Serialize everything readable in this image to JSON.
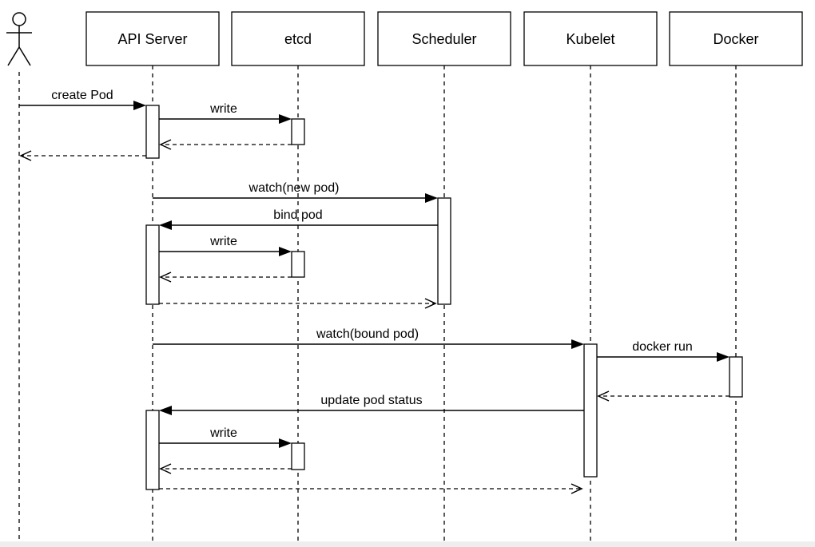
{
  "participants": [
    {
      "label": "API Server"
    },
    {
      "label": "etcd"
    },
    {
      "label": "Scheduler"
    },
    {
      "label": "Kubelet"
    },
    {
      "label": "Docker"
    }
  ],
  "messages": {
    "create_pod": "create Pod",
    "write_1": "write",
    "watch_new_pod": "watch(new pod)",
    "bind_pod": "bind pod",
    "write_2": "write",
    "watch_bound_pod": "watch(bound pod)",
    "docker_run": "docker run",
    "update_pod_status": "update pod status",
    "write_3": "write"
  }
}
